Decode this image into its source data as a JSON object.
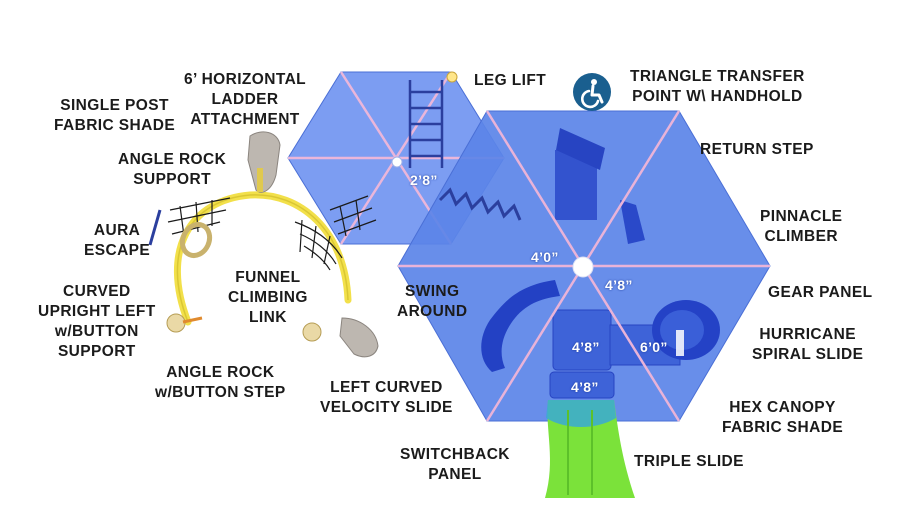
{
  "labels": {
    "single_post_fabric_shade": [
      "SINGLE POST",
      "FABRIC SHADE"
    ],
    "horizontal_ladder": [
      "6’ HORIZONTAL",
      "LADDER",
      "ATTACHMENT"
    ],
    "leg_lift": [
      "LEG LIFT"
    ],
    "triangle_transfer_point": [
      "TRIANGLE TRANSFER",
      "POINT W\\ HANDHOLD"
    ],
    "angle_rock_support": [
      "ANGLE ROCK",
      "SUPPORT"
    ],
    "return_step": [
      "RETURN STEP"
    ],
    "pinnacle_climber": [
      "PINNACLE",
      "CLIMBER"
    ],
    "aura_escape": [
      "AURA",
      "ESCAPE"
    ],
    "funnel_climbing_link": [
      "FUNNEL",
      "CLIMBING",
      "LINK"
    ],
    "gear_panel": [
      "GEAR PANEL"
    ],
    "curved_upright_left": [
      "CURVED",
      "UPRIGHT LEFT",
      "w/BUTTON",
      "SUPPORT"
    ],
    "swing_around": [
      "SWING",
      "AROUND"
    ],
    "hurricane_spiral_slide": [
      "HURRICANE",
      "SPIRAL SLIDE"
    ],
    "angle_rock_button_step": [
      "ANGLE ROCK",
      "w/BUTTON STEP"
    ],
    "left_curved_velocity_slide": [
      "LEFT CURVED",
      "VELOCITY SLIDE"
    ],
    "hex_canopy_fabric_shade": [
      "HEX CANOPY",
      "FABRIC SHADE"
    ],
    "switchback_panel": [
      "SWITCHBACK",
      "PANEL"
    ],
    "triple_slide": [
      "TRIPLE SLIDE"
    ]
  },
  "dimensions": {
    "small_shade": "2’8”",
    "hex_left": "4’0”",
    "hex_right": "4’8”",
    "deck_lower": "4’8”",
    "deck_side": "6’0”",
    "deck_bottom": "4’8”"
  },
  "icons": {
    "accessibility": "wheelchair-accessible-icon"
  },
  "colors": {
    "canopy": "#5b84e8",
    "canopy_edge": "#4a6fd6",
    "canopy_ribs": "#e9b3d8",
    "slide_blue": "#2a49c9",
    "triple_slide_green": "#7be23a",
    "arch_yellow": "#f2e04a",
    "rock_gray": "#b6b1ab",
    "accessibility_badge": "#1a5f8f"
  }
}
